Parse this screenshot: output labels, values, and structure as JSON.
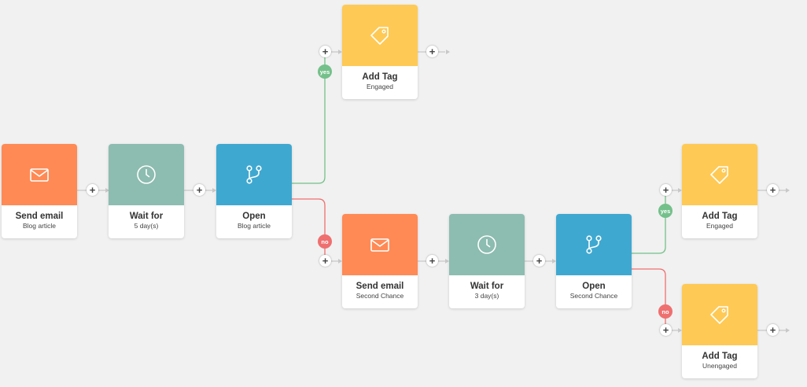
{
  "colors": {
    "email": "#ff8a55",
    "wait": "#8dbcb0",
    "condition": "#3fa8d0",
    "tag": "#fec955",
    "yes_branch": "#74c08a",
    "no_branch": "#ef6f6f",
    "connector": "#c8c8c8"
  },
  "nodes": {
    "send_email_1": {
      "title": "Send email",
      "subtitle": "Blog article",
      "icon": "envelope-icon"
    },
    "wait_1": {
      "title": "Wait for",
      "subtitle": "5 day(s)",
      "icon": "clock-icon"
    },
    "open_1": {
      "title": "Open",
      "subtitle": "Blog article",
      "icon": "branch-icon"
    },
    "add_tag_1": {
      "title": "Add Tag",
      "subtitle": "Engaged",
      "icon": "tag-icon"
    },
    "send_email_2": {
      "title": "Send email",
      "subtitle": "Second Chance",
      "icon": "envelope-icon"
    },
    "wait_2": {
      "title": "Wait for",
      "subtitle": "3 day(s)",
      "icon": "clock-icon"
    },
    "open_2": {
      "title": "Open",
      "subtitle": "Second Chance",
      "icon": "branch-icon"
    },
    "add_tag_2": {
      "title": "Add Tag",
      "subtitle": "Engaged",
      "icon": "tag-icon"
    },
    "add_tag_3": {
      "title": "Add Tag",
      "subtitle": "Unengaged",
      "icon": "tag-icon"
    }
  },
  "controls": {
    "plus": "+",
    "yes": "yes",
    "no": "no"
  }
}
